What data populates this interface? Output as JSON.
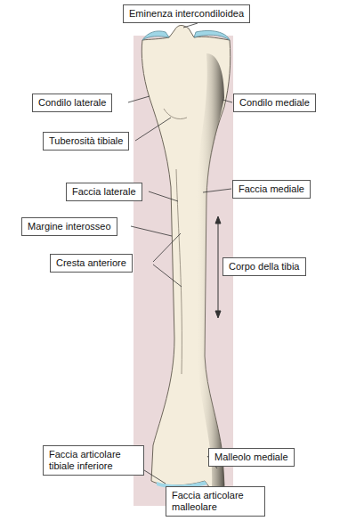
{
  "diagram": {
    "nodes": [
      {
        "text": [
          "Eminenza intercondiloidea"
        ]
      },
      {
        "text": [
          "Condilo laterale"
        ]
      },
      {
        "text": [
          "Condilo mediale"
        ]
      },
      {
        "text": [
          "Tuberosità tibiale"
        ]
      },
      {
        "text": [
          "Faccia laterale"
        ]
      },
      {
        "text": [
          "Faccia mediale"
        ]
      },
      {
        "text": [
          "Margine interosseo"
        ]
      },
      {
        "text": [
          "Cresta anteriore"
        ]
      },
      {
        "text": [
          "Corpo della tibia"
        ]
      },
      {
        "text": [
          "Faccia articolare tibiale inferiore"
        ]
      },
      {
        "text": [
          "Malleolo mediale"
        ]
      },
      {
        "text": [
          "Faccia articolare malleolare"
        ]
      }
    ]
  }
}
